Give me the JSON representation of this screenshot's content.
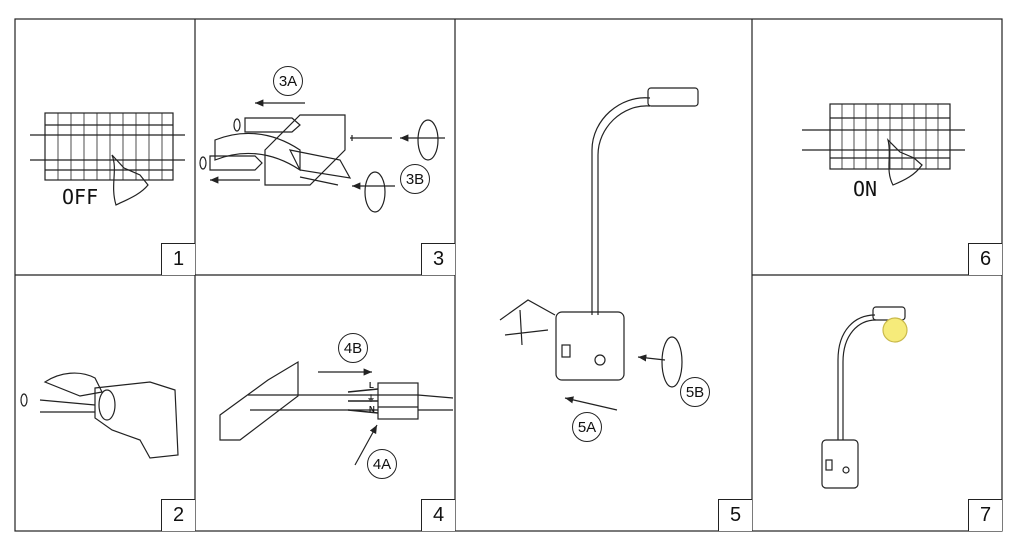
{
  "panels": [
    {
      "number": "1",
      "caption": "OFF"
    },
    {
      "number": "2"
    },
    {
      "number": "3",
      "callouts": [
        "3A",
        "3B"
      ]
    },
    {
      "number": "4",
      "callouts": [
        "4B",
        "4A"
      ],
      "wire_marks": [
        "L",
        "⏚",
        "N"
      ]
    },
    {
      "number": "5",
      "callouts": [
        "5B",
        "5A"
      ]
    },
    {
      "number": "6",
      "caption": "ON"
    },
    {
      "number": "7"
    }
  ],
  "colors": {
    "line": "#222222",
    "bulb": "#f6eb7a"
  }
}
